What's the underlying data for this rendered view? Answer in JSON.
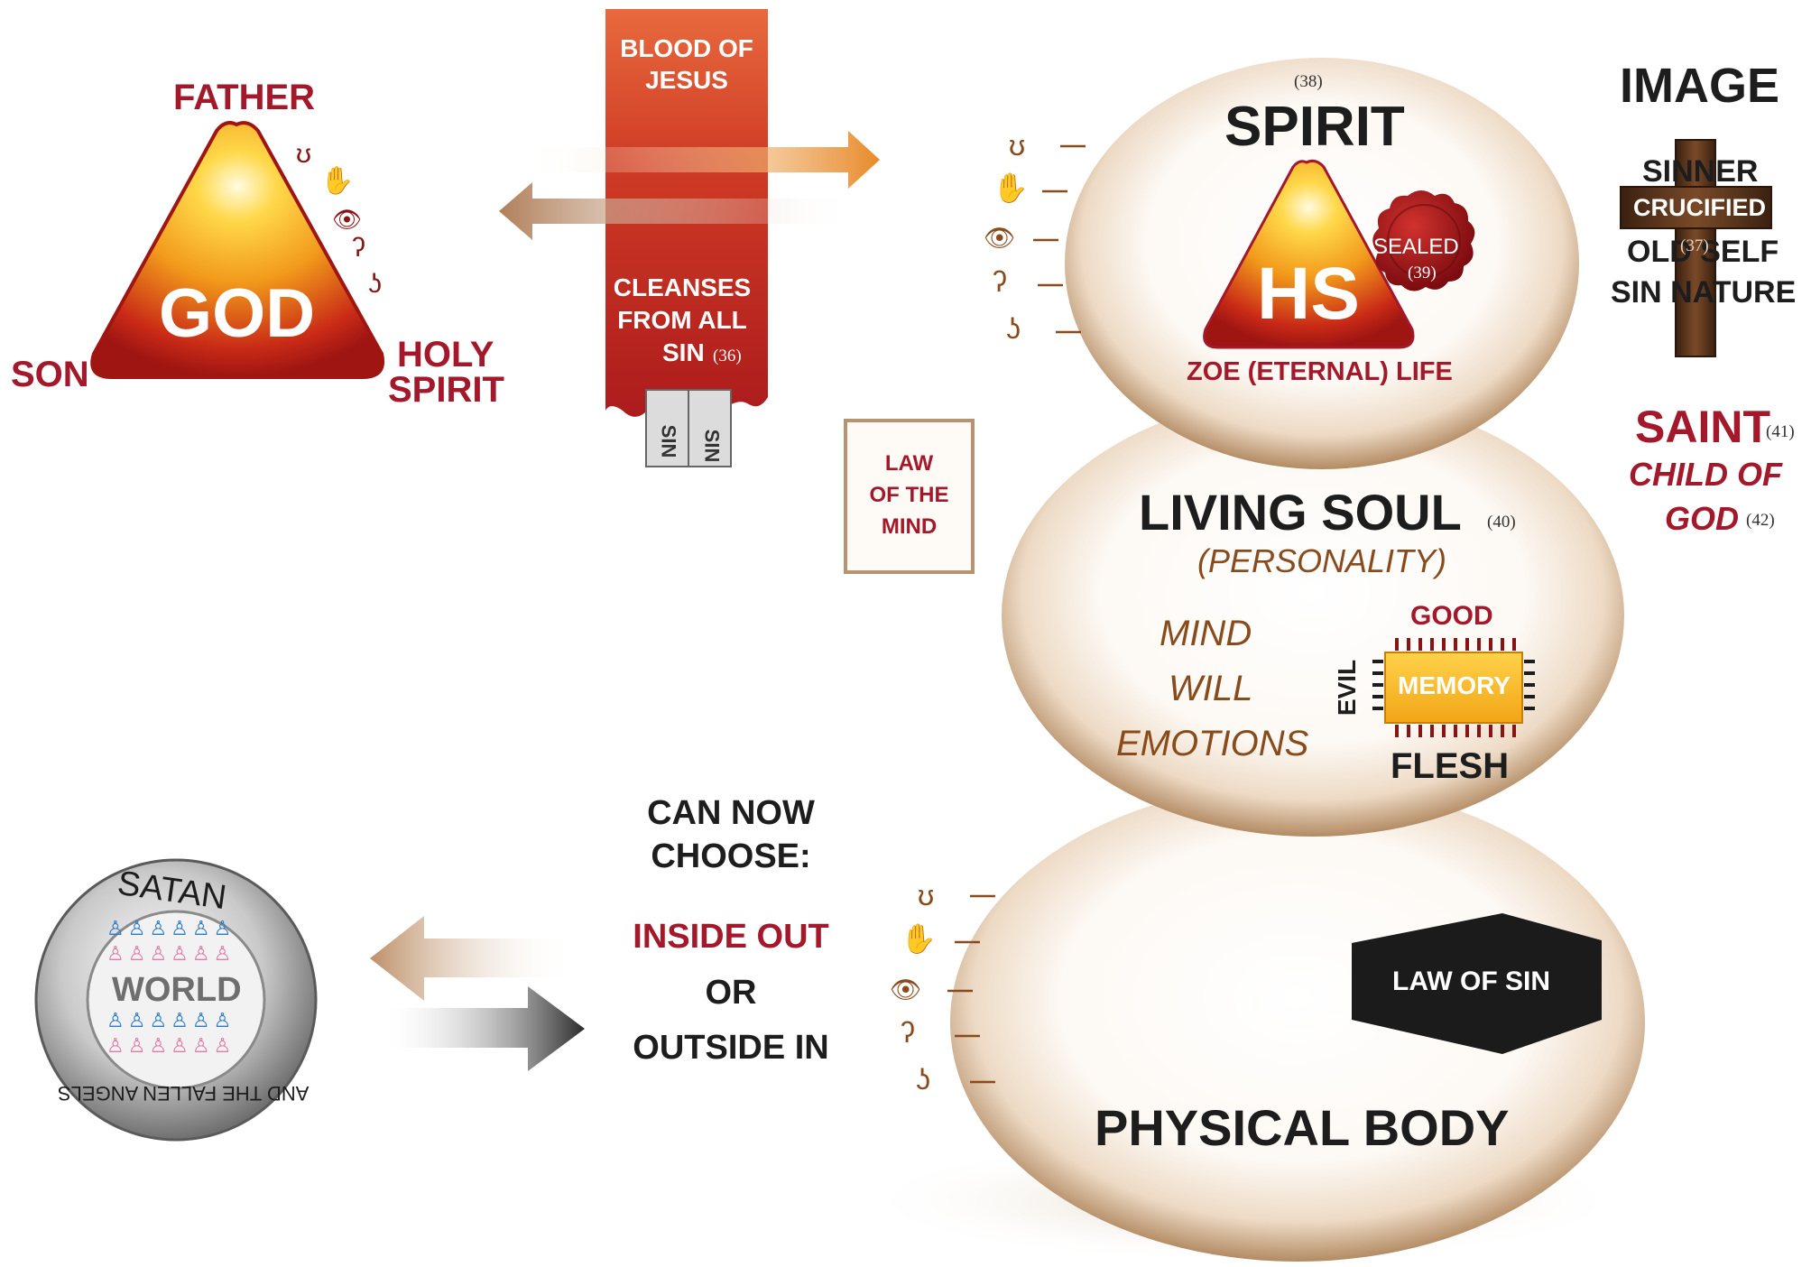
{
  "godhead": {
    "father": "FATHER",
    "god": "GOD",
    "son": "SON",
    "holy_spirit_line1": "HOLY",
    "holy_spirit_line2": "SPIRIT"
  },
  "blood": {
    "title_line1": "BLOOD OF",
    "title_line2": "JESUS",
    "cleanses_line1": "CLEANSES",
    "cleanses_line2": "FROM ALL",
    "cleanses_line3": "SIN",
    "ref": "(36)",
    "tablet_left": "SIN",
    "tablet_right": "SIN"
  },
  "law_of_mind": {
    "line1": "LAW",
    "line2": "OF THE",
    "line3": "MIND"
  },
  "spirit": {
    "ref": "(38)",
    "title": "SPIRIT",
    "hs": "HS",
    "sealed": "SEALED",
    "sealed_ref": "(39)",
    "zoe": "ZOE (ETERNAL) LIFE"
  },
  "soul": {
    "title": "LIVING SOUL",
    "ref": "(40)",
    "subtitle": "(PERSONALITY)",
    "mind": "MIND",
    "will": "WILL",
    "emotions": "EMOTIONS",
    "good": "GOOD",
    "evil": "EVIL",
    "memory": "MEMORY",
    "flesh": "FLESH"
  },
  "body": {
    "law_of_sin": "LAW OF SIN",
    "title": "PHYSICAL BODY"
  },
  "image": {
    "title": "IMAGE",
    "sinner": "SINNER",
    "crucified": "CRUCIFIED",
    "old_self": "OLD SELF",
    "ref": "(37)",
    "sin_nature": "SIN NATURE"
  },
  "saint": {
    "title": "SAINT",
    "ref": "(41)",
    "child_line1": "CHILD OF",
    "child_line2": "GOD",
    "child_ref": "(42)"
  },
  "choice": {
    "line1": "CAN NOW",
    "line2": "CHOOSE:",
    "inside_out": "INSIDE OUT",
    "or": "OR",
    "outside_in": "OUTSIDE IN"
  },
  "world": {
    "satan": "SATAN",
    "world": "WORLD",
    "fallen": "AND THE FALLEN ANGELS"
  },
  "colors": {
    "red": "#a3182a",
    "blood": "#c4301f",
    "brown": "#8a4b1c",
    "dark": "#1d1d1d",
    "gold": "#f5b520"
  }
}
